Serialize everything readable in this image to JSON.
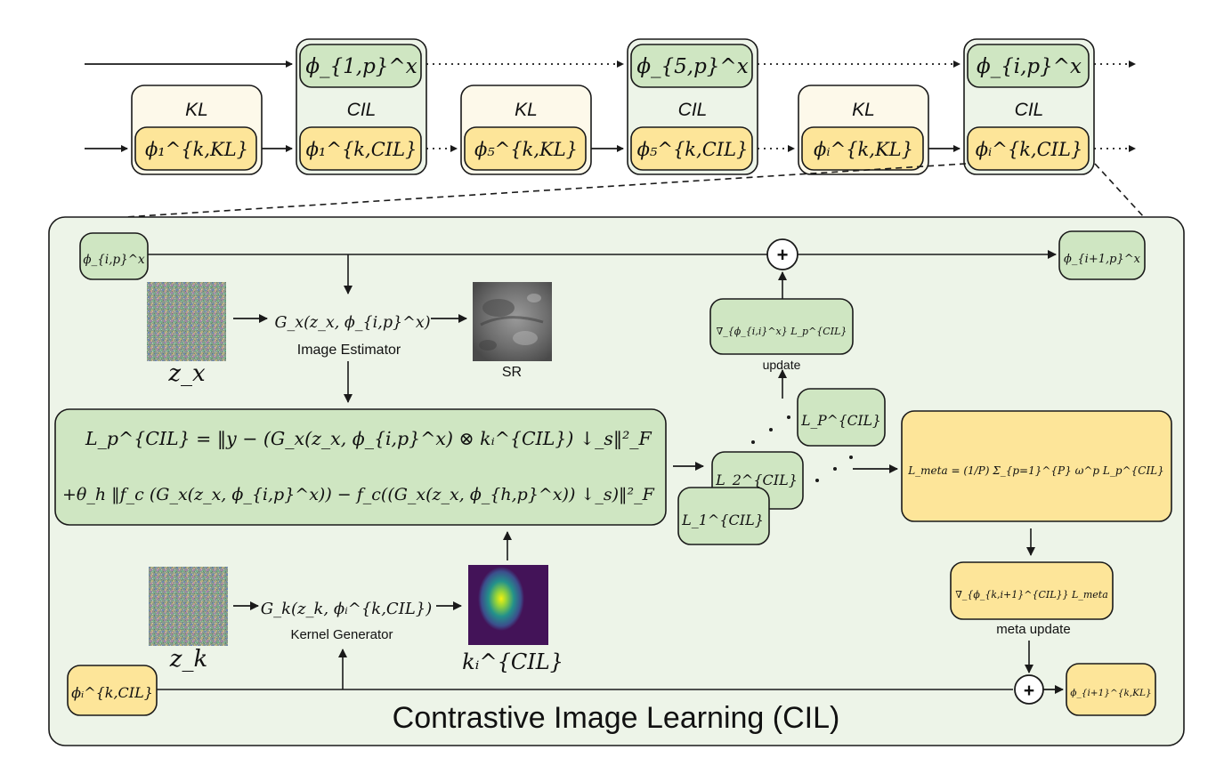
{
  "colors": {
    "green_fill": "#cfe6c2",
    "green_panel": "#edf4e8",
    "yellow_fill": "#fde599",
    "cream_fill": "#fdf9ea",
    "stroke": "#1a1a1a"
  },
  "pipeline": {
    "stages": [
      {
        "label": "KL",
        "kernel_param": "ϕ₁^{k,KL}"
      },
      {
        "label": "CIL",
        "image_param": "ϕ_{1,p}^x",
        "kernel_param": "ϕ₁^{k,CIL}"
      },
      {
        "label": "KL",
        "kernel_param": "ϕ₅^{k,KL}"
      },
      {
        "label": "CIL",
        "image_param": "ϕ_{5,p}^x",
        "kernel_param": "ϕ₅^{k,CIL}"
      },
      {
        "label": "KL",
        "kernel_param": "ϕᵢ^{k,KL}"
      },
      {
        "label": "CIL",
        "image_param": "ϕ_{i,p}^x",
        "kernel_param": "ϕᵢ^{k,CIL}"
      }
    ]
  },
  "cil": {
    "title": "Contrastive Image Learning (CIL)",
    "input_image_param": "ϕ_{i,p}^x",
    "output_image_param": "ϕ_{i+1,p}^x",
    "input_kernel_param": "ϕᵢ^{k,CIL}",
    "output_kernel_param": "ϕ_{i+1}^{k,KL}",
    "image_estimator": {
      "formula": "G_x(z_x, ϕ_{i,p}^x)",
      "caption": "Image Estimator"
    },
    "kernel_generator": {
      "formula": "G_k(z_k, ϕᵢ^{k,CIL})",
      "caption": "Kernel Generator"
    },
    "z_x_label": "z_x",
    "z_k_label": "z_k",
    "sr_label": "SR",
    "kernel_label": "kᵢ^{CIL}",
    "loss_line1": "L_p^{CIL} = ‖y − (G_x(z_x, ϕ_{i,p}^x) ⊗ kᵢ^{CIL}) ↓_s‖²_F",
    "loss_line2": "+θ_h ‖f_c (G_x(z_x, ϕ_{i,p}^x)) − f_c((G_x(z_x, ϕ_{h,p}^x)) ↓_s)‖²_F",
    "loss_stack": [
      "L_1^{CIL}",
      "L_2^{CIL}",
      "L_P^{CIL}"
    ],
    "gradient_box": "∇_{ϕ_{i,i}^x} L_p^{CIL}",
    "update_caption": "update",
    "meta_loss": "L_meta = (1/P) Σ_{p=1}^{P} ω^p L_p^{CIL}",
    "meta_gradient": "∇_{ϕ_{k,i+1}^{CIL}} L_meta",
    "meta_update_caption": "meta update",
    "plus_symbol": "+"
  }
}
